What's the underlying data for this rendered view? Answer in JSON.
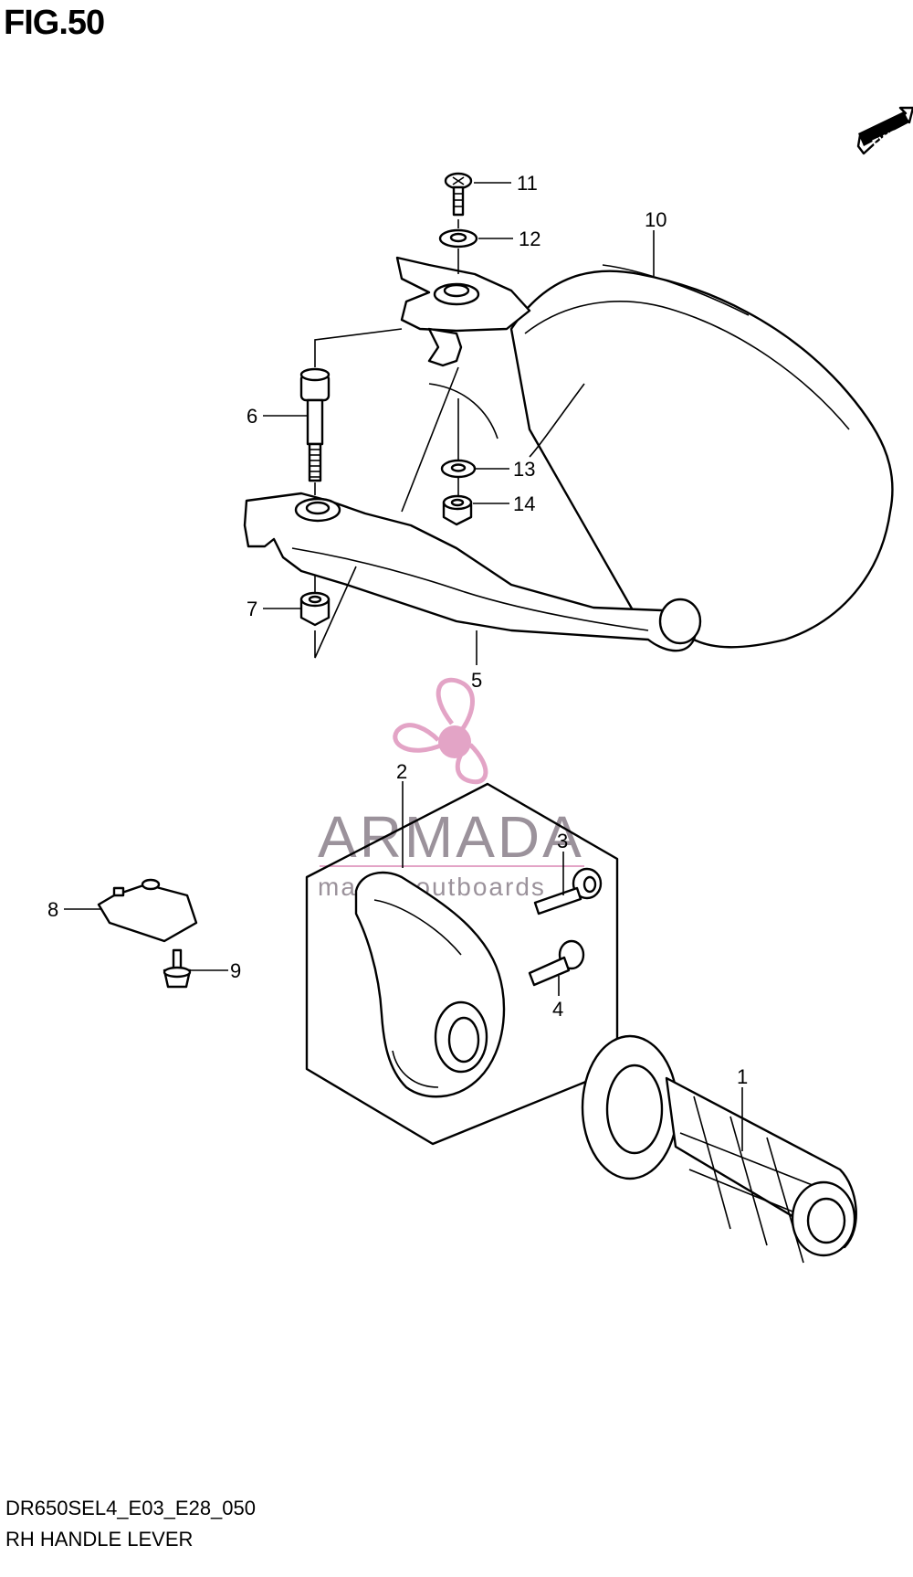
{
  "figure": {
    "title": "FIG.50",
    "model_code": "DR650SEL4_E03_E28_050",
    "assembly_name": "RH HANDLE LEVER",
    "direction_badge": "FWD"
  },
  "watermark": {
    "brand": "ARMADA",
    "tagline": "marine outboards",
    "accent_color": "#e3a4c6"
  },
  "callouts": [
    "1",
    "2",
    "3",
    "4",
    "5",
    "6",
    "7",
    "8",
    "9",
    "10",
    "11",
    "12",
    "13",
    "14"
  ]
}
